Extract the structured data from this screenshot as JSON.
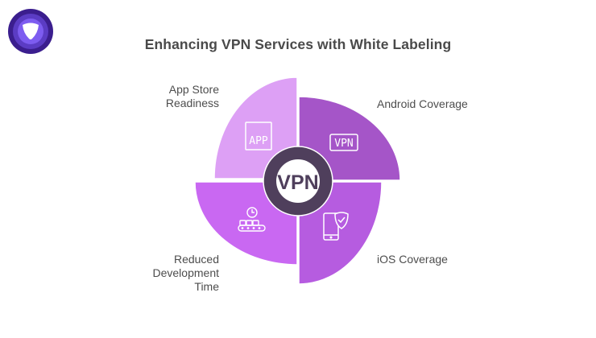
{
  "logo": {
    "icon": "purple-shield-logo-icon",
    "colors": [
      "#3b1e8e",
      "#5b3cc4",
      "#7d5cf0",
      "#ffffff"
    ]
  },
  "title": "Enhancing VPN Services with White Labeling",
  "center": {
    "text": "VPN",
    "ring_color": "#4f3f5c",
    "inner_color": "#ffffff"
  },
  "segments": [
    {
      "id": "app-store",
      "label_line1": "App Store",
      "label_line2": "Readiness",
      "icon": "app-box-icon",
      "icon_text": "APP",
      "color": "#dda0f5"
    },
    {
      "id": "android",
      "label_line1": "Android Coverage",
      "icon": "vpn-badge-icon",
      "icon_text": "VPN",
      "color": "#a555c8"
    },
    {
      "id": "ios",
      "label_line1": "iOS Coverage",
      "icon": "phone-shield-icon",
      "color": "#b65ce0"
    },
    {
      "id": "reduced-dev",
      "label_line1": "Reduced",
      "label_line2": "Development",
      "label_line3": "Time",
      "icon": "clock-conveyor-icon",
      "color": "#c968f2"
    }
  ]
}
